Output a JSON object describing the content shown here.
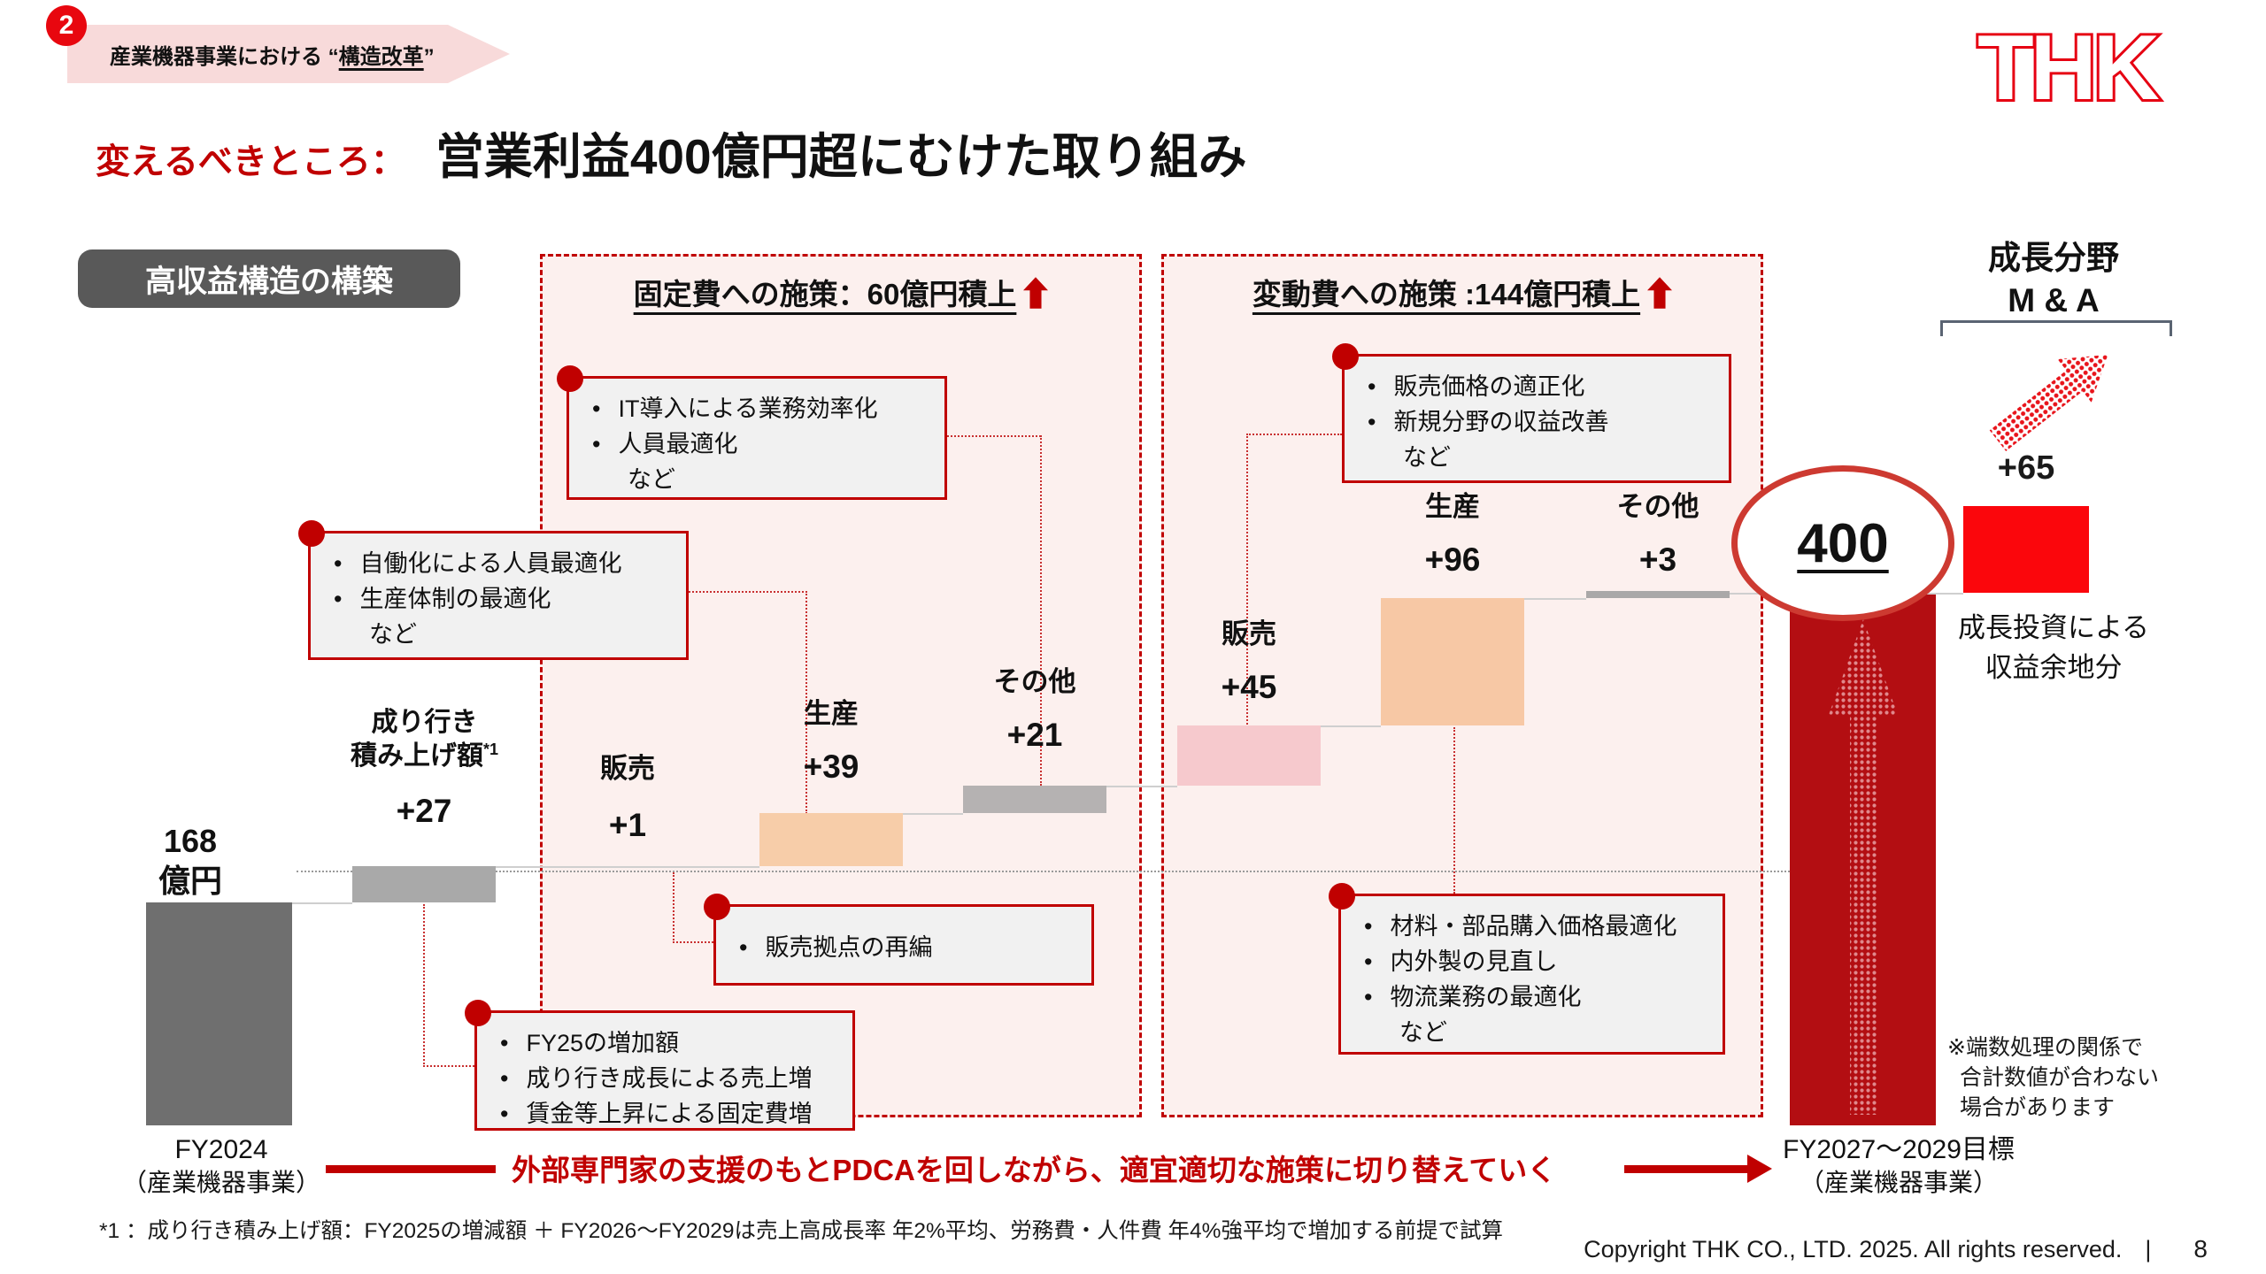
{
  "header": {
    "badge": "2",
    "banner_prefix": "産業機器事業における “",
    "banner_underlined": "構造改革",
    "banner_suffix": "”",
    "title_prefix": "変えるべきところ：",
    "title_main": "営業利益400億円超にむけた取り組み",
    "logo": "THK"
  },
  "left_tag": "高収益構造の構築",
  "zones": {
    "fixed_header": "固定費への施策：60億円積上",
    "variable_header": "変動費への施策 :144億円積上"
  },
  "callouts": {
    "it": {
      "line1": "IT導入による業務効率化",
      "line2": "人員最適化",
      "line3": "など"
    },
    "auto": {
      "line1": "自働化による人員最適化",
      "line2": "生産体制の最適化",
      "line3": "など"
    },
    "price": {
      "line1": "販売価格の適正化",
      "line2": "新規分野の収益改善",
      "line3": "など"
    },
    "sales_base": {
      "line1": "販売拠点の再編"
    },
    "fy25": {
      "line1": "FY25の増加額",
      "line2": "成り行き成長による売上増",
      "line3": "賃金等上昇による固定費増"
    },
    "material": {
      "line1": "材料・部品購入価格最適化",
      "line2": "内外製の見直し",
      "line3": "物流業務の最適化",
      "line4": "など"
    }
  },
  "chart_data": {
    "type": "waterfall",
    "unit": "億円",
    "title": "営業利益400億円超にむけた取り組み",
    "start": {
      "category": "FY2024（産業機器事業）",
      "value": 168,
      "value_line1": "168",
      "value_line2": "億円"
    },
    "steps": [
      {
        "category_line1": "成り行き",
        "category_line2": "積み上げ額",
        "footnote_ref": "*1",
        "delta": 27,
        "delta_label": "+27",
        "group": "baseline"
      },
      {
        "category": "販売",
        "delta": 1,
        "delta_label": "+1",
        "group": "固定費への施策"
      },
      {
        "category": "生産",
        "delta": 39,
        "delta_label": "+39",
        "group": "固定費への施策"
      },
      {
        "category": "その他",
        "delta": 21,
        "delta_label": "+21",
        "group": "固定費への施策"
      },
      {
        "category": "販売",
        "delta": 45,
        "delta_label": "+45",
        "group": "変動費への施策"
      },
      {
        "category": "生産",
        "delta": 96,
        "delta_label": "+96",
        "group": "変動費への施策"
      },
      {
        "category": "その他",
        "delta": 3,
        "delta_label": "+3",
        "group": "変動費への施策"
      }
    ],
    "fixed_total": 60,
    "variable_total": 144,
    "target": {
      "category": "FY2027～2029目標（産業機器事業）",
      "value": 400,
      "value_label": "400"
    },
    "growth_extra": {
      "title_line1": "成長分野",
      "title_line2": "M & A",
      "delta": 65,
      "delta_label": "+65",
      "note_line1": "成長投資による",
      "note_line2": "収益余地分"
    }
  },
  "rounding_note": {
    "line1": "※端数処理の関係で",
    "line2": "合計数値が合わない",
    "line3": "場合があります"
  },
  "bottom": {
    "fy2024_line1": "FY2024",
    "fy2024_line2": "（産業機器事業）",
    "pdca_text": "外部専門家の支援のもとPDCAを回しながら、適宜適切な施策に切り替えていく",
    "target_line1": "FY2027～2029目標",
    "target_line2": "（産業機器事業）",
    "footnote": "*1 ：成り行き積み上げ額：FY2025の増減額 ＋ FY2026～FY2029は売上高成長率 年2%平均、労務費・人件費 年4%強平均で増加する前提で試算",
    "copyright": "Copyright THK CO., LTD. 2025. All rights reserved.",
    "separator": "|",
    "page_number": "8"
  },
  "colors": {
    "accent_red": "#c00000",
    "bright_red": "#fb060c",
    "target_bar": "#b30e12",
    "banner_pink": "#f8dada",
    "zone_bg": "#fcf0ee",
    "callout_bg": "#f1f1f1",
    "gray_dark": "#6f6f6f",
    "gray_mid": "#a9a9a9",
    "peach": "#f7cda9",
    "pink_bar": "#f6c9cd",
    "tag_gray": "#595959"
  }
}
